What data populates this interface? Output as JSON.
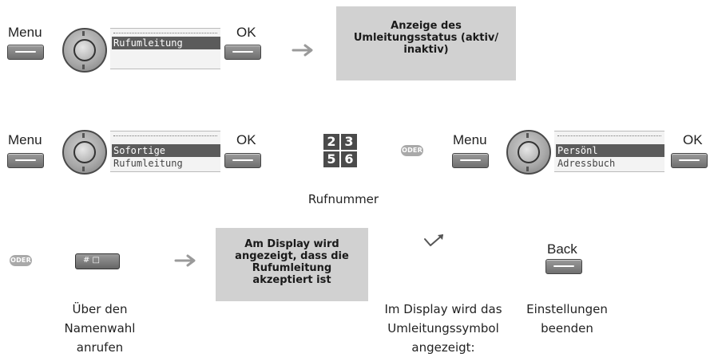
{
  "row1": {
    "menu_label": "Menu",
    "ok_label": "OK",
    "screen_line": "Rufumleitung",
    "info": [
      "Anzeige des",
      "Umleitungsstatus (aktiv/",
      "inaktiv)"
    ]
  },
  "row2": {
    "menu_label": "Menu",
    "ok_label": "OK",
    "screen_lines": [
      "Sofortige",
      "Rufumleitung"
    ],
    "digits": [
      "2",
      "3",
      "5",
      "6"
    ],
    "or_badge": "ODER",
    "menu2_label": "Menu",
    "ok2_label": "OK",
    "screen2_lines": [
      "Persönl",
      "Adressbuch"
    ],
    "number_caption": "Rufnummer"
  },
  "row3": {
    "or_badge": "ODER",
    "hash_key": "# □",
    "name_caption": [
      "Über den",
      "Namenwahl",
      "anrufen"
    ],
    "info": [
      "Am Display wird",
      "angezeigt, dass die",
      "Rufumleitung",
      "akzeptiert ist"
    ],
    "symbol_caption": [
      "Im Display wird das",
      "Umleitungssymbol",
      "angezeigt:"
    ],
    "back_label": "Back",
    "end_caption": [
      "Einstellungen",
      "beenden"
    ]
  },
  "colors": {
    "infobox_bg": "#d1d1d1",
    "selected_row": "#5b5b5b",
    "badge": "#a9a9a9",
    "arrow": "#9a9a9a"
  },
  "icons": [
    "navigator-icon",
    "right-arrow-icon",
    "forward-symbol-icon",
    "address-book-icon"
  ]
}
